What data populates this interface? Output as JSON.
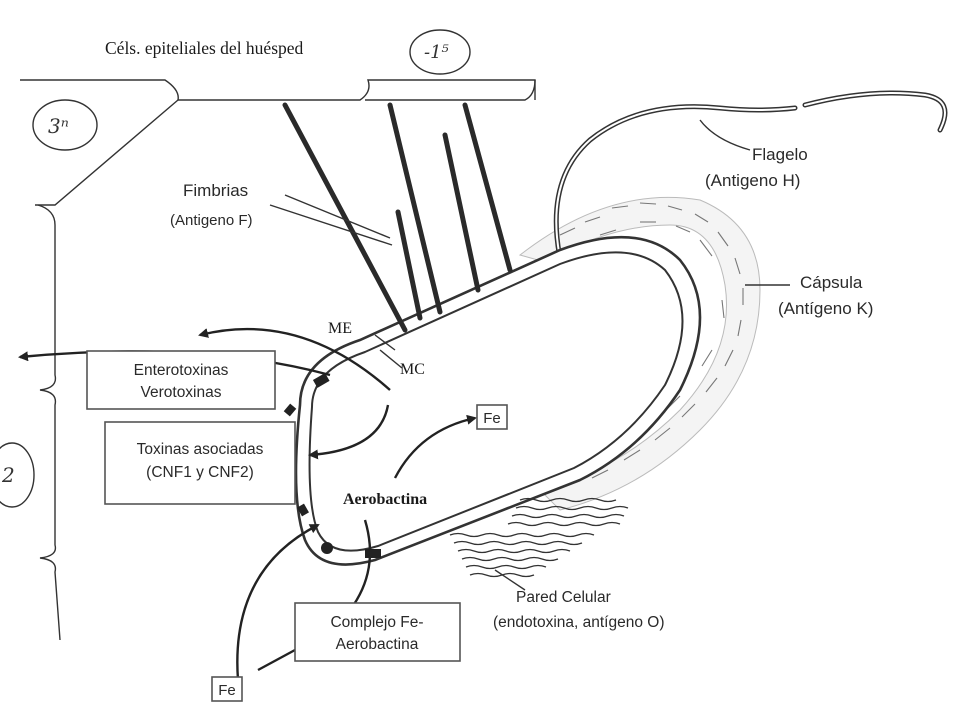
{
  "labels": {
    "host_cells": "Céls. epiteliales del huésped",
    "fimbrias": "Fimbrias",
    "fimbrias_antigen": "(Antigeno F)",
    "flagelo": "Flagelo",
    "flagelo_antigen": "(Antigeno H)",
    "capsula": "Cápsula",
    "capsula_antigen": "(Antígeno K)",
    "me": "ME",
    "mc": "MC",
    "aerobactina": "Aerobactina",
    "pared_line1": "Pared Celular",
    "pared_line2": "(endotoxina, antígeno O)",
    "fe_top": "Fe",
    "fe_bottom": "Fe"
  },
  "boxes": {
    "enterotoxinas_line1": "Enterotoxinas",
    "enterotoxinas_line2": "Verotoxinas",
    "toxinas_line1": "Toxinas asociadas",
    "toxinas_line2": "(CNF1 y CNF2)",
    "complejo_line1": "Complejo Fe-",
    "complejo_line2": "Aerobactina"
  },
  "handwritten": {
    "note_top": "-1⁵",
    "note_left": "3ⁿ",
    "note_bottom": "2"
  }
}
